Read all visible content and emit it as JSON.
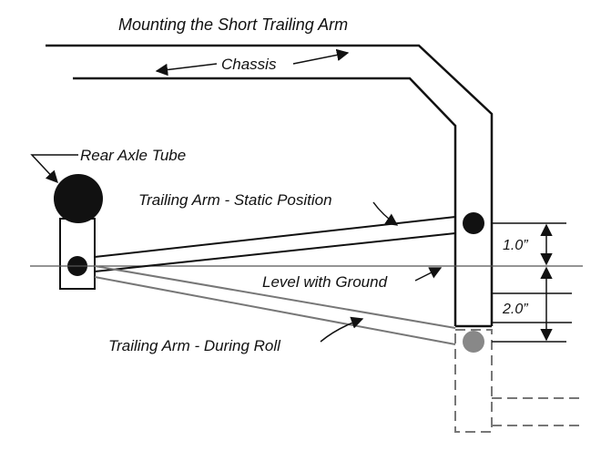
{
  "title": "Mounting the Short Trailing Arm",
  "labels": {
    "chassis": "Chassis",
    "rear_axle_tube": "Rear Axle Tube",
    "trailing_arm_static": "Trailing Arm - Static Position",
    "level_with_ground": "Level with Ground",
    "trailing_arm_roll": "Trailing Arm - During Roll"
  },
  "dimensions": {
    "upper": "1.0”",
    "lower": "2.0”"
  }
}
